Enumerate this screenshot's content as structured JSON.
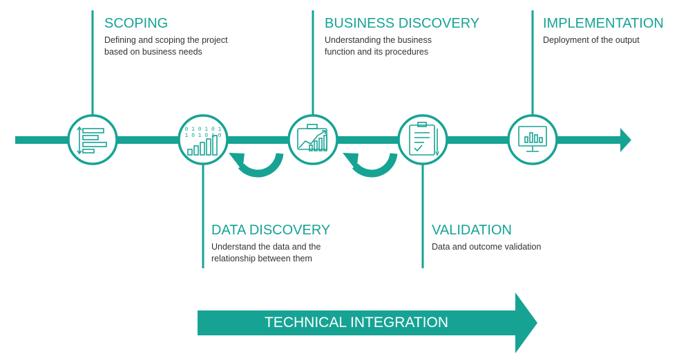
{
  "colors": {
    "accent": "#16a394",
    "text": "#333333",
    "background": "#ffffff"
  },
  "stages": [
    {
      "id": "scoping",
      "title": "SCOPING",
      "desc": [
        "Defining and scoping the project",
        "based on business needs"
      ],
      "icon": "bars-chart-icon"
    },
    {
      "id": "data-discovery",
      "title": "DATA DISCOVERY",
      "desc": [
        "Understand the data and the",
        "relationship between them"
      ],
      "icon": "binary-growth-chart-icon"
    },
    {
      "id": "business-discovery",
      "title": "BUSINESS DISCOVERY",
      "desc": [
        "Understanding the business",
        "function and its procedures"
      ],
      "icon": "briefcase-chart-icon"
    },
    {
      "id": "validation",
      "title": "VALIDATION",
      "desc": [
        "Data and outcome validation"
      ],
      "icon": "clipboard-check-icon"
    },
    {
      "id": "implementation",
      "title": "IMPLEMENTATION",
      "desc": [
        "Deployment of the output"
      ],
      "icon": "monitor-chart-icon"
    }
  ],
  "banner": {
    "label": "TECHNICAL INTEGRATION"
  }
}
